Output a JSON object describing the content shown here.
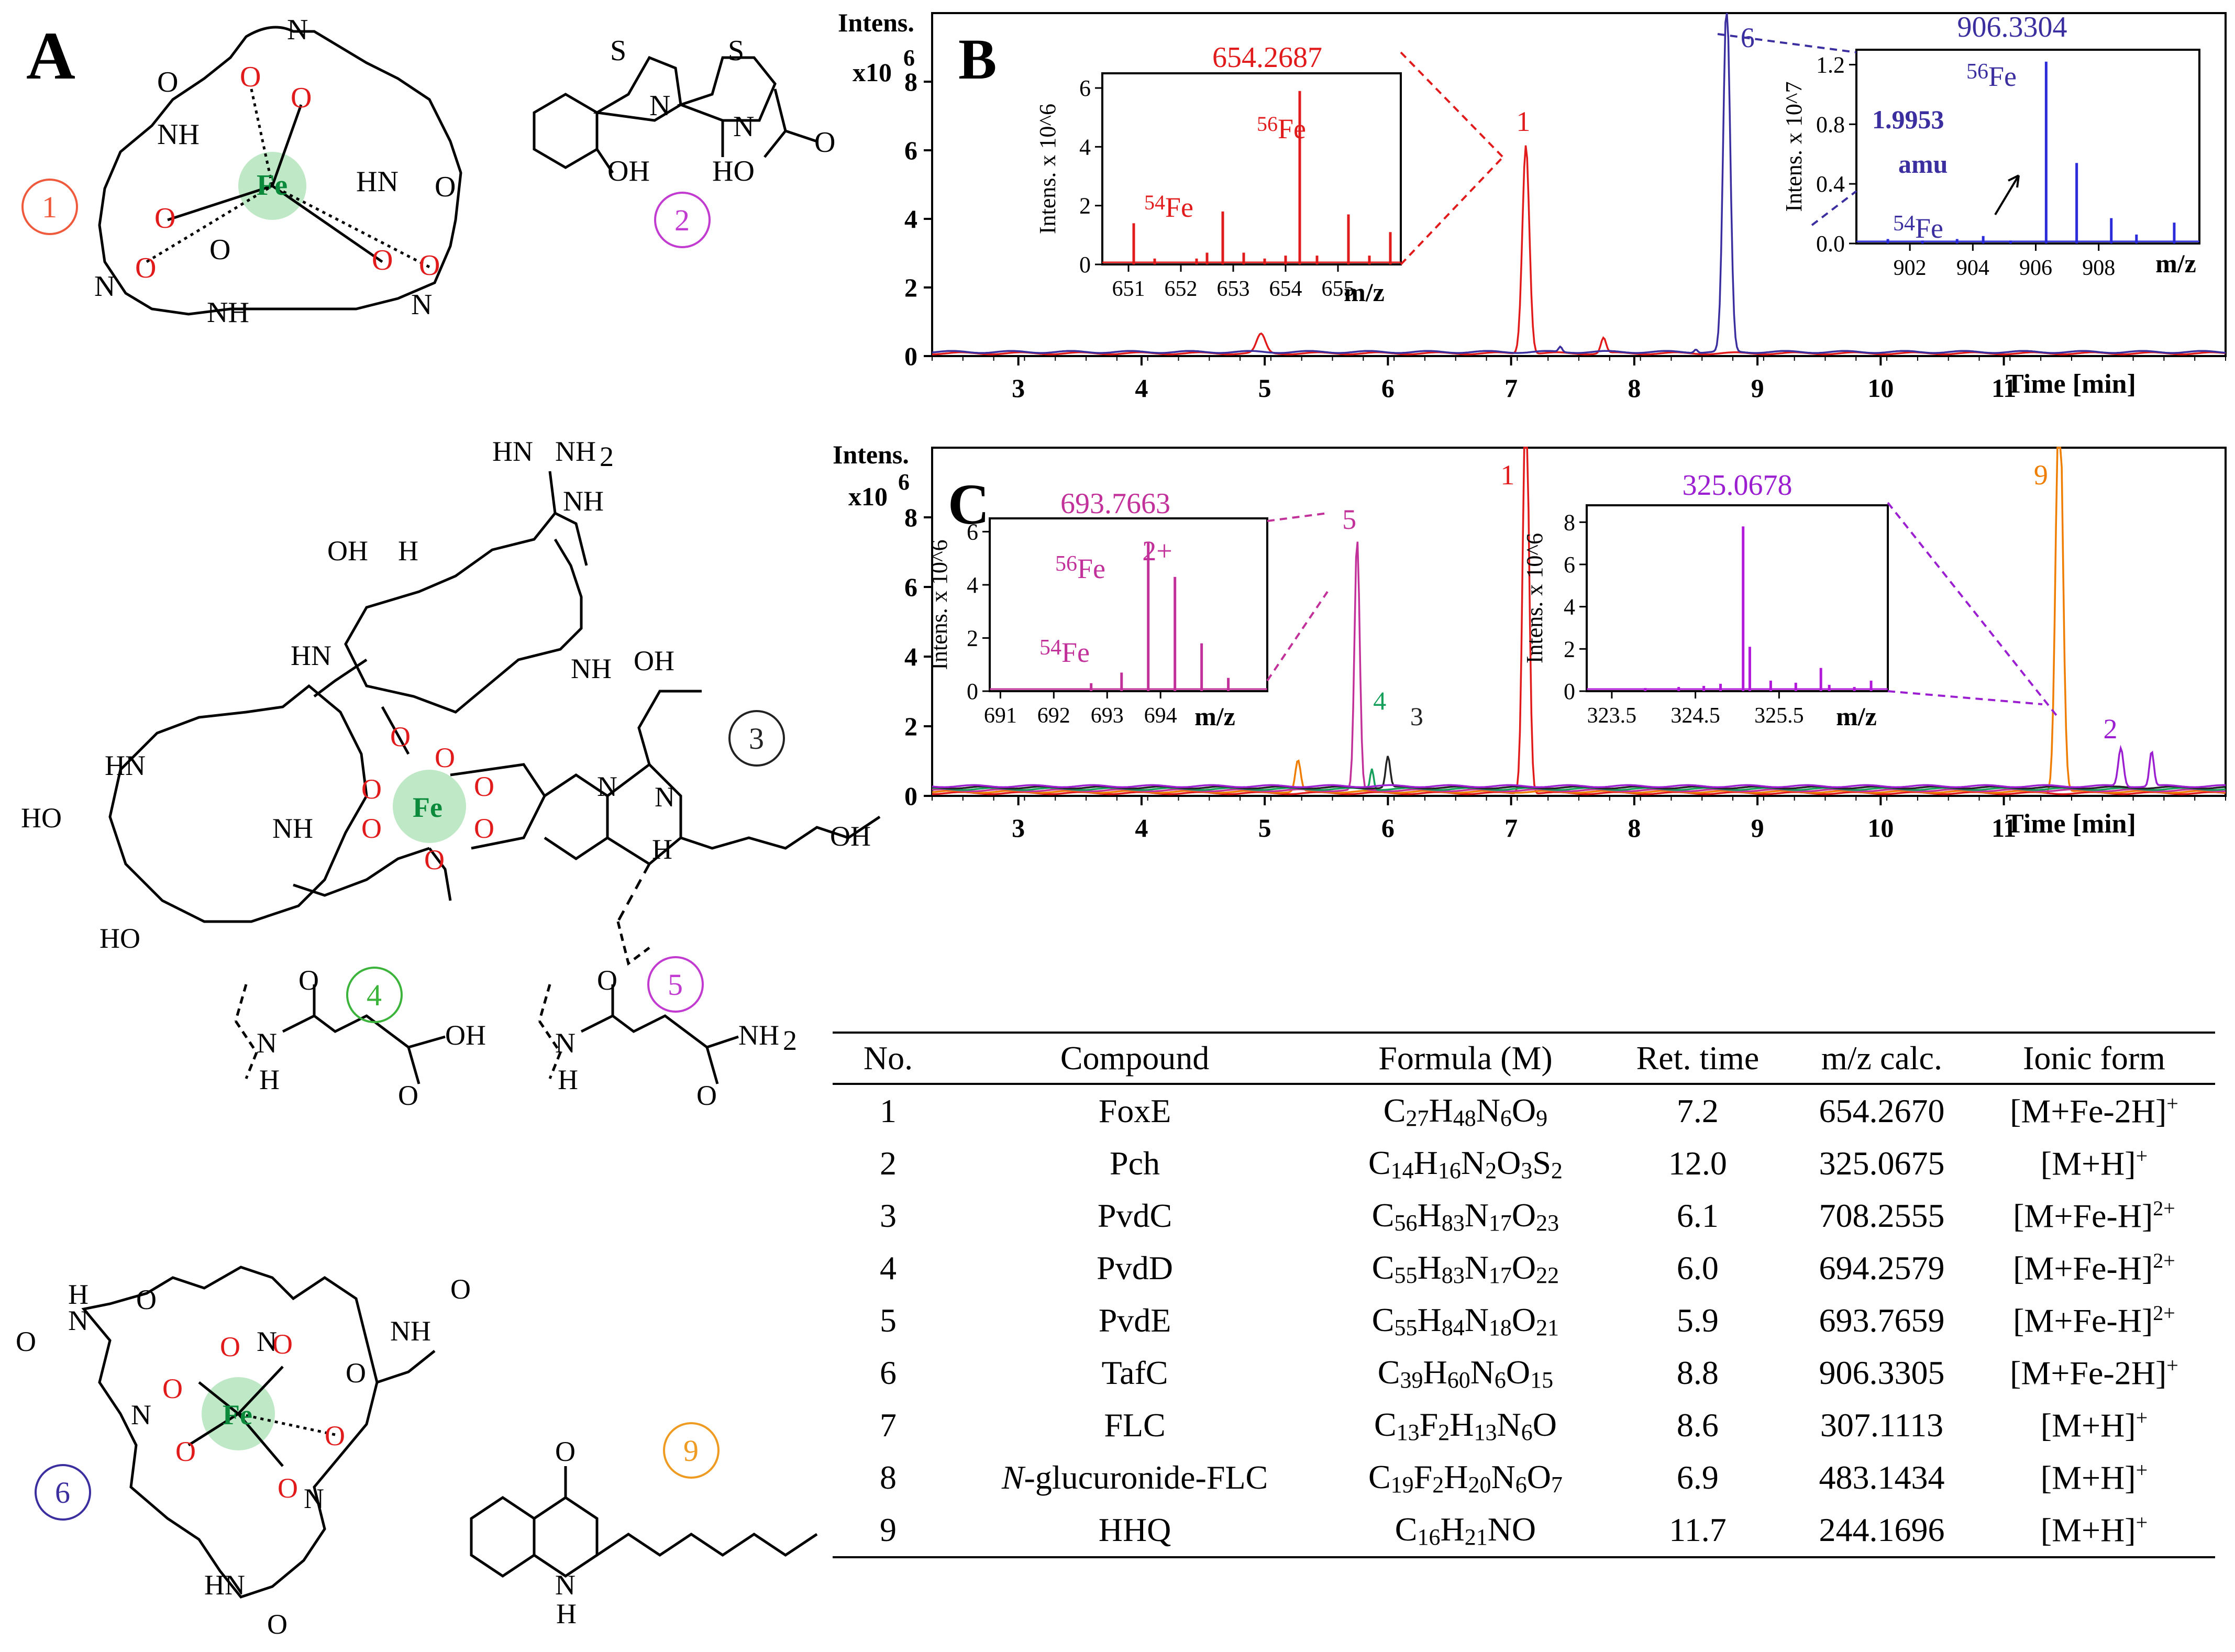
{
  "panels": {
    "A": "A",
    "B": "B",
    "C": "C"
  },
  "colors": {
    "red": "#e11b1b",
    "blue": "#3b2fa0",
    "magenta": "#c2309a",
    "purple": "#9b1fd1",
    "green": "#17a05c",
    "orange": "#ef7d00",
    "black": "#222222",
    "fe_green": "#0a8a3a"
  },
  "compound_markers": [
    {
      "num": "1",
      "color": "#f05a3c"
    },
    {
      "num": "2",
      "color": "#c23bd0"
    },
    {
      "num": "3",
      "color": "#222222"
    },
    {
      "num": "4",
      "color": "#3cb43c"
    },
    {
      "num": "5",
      "color": "#c23bd0"
    },
    {
      "num": "6",
      "color": "#3b2fa0"
    },
    {
      "num": "9",
      "color": "#ef9a20"
    }
  ],
  "molecule_text": {
    "fe": "Fe",
    "nh": "NH",
    "h": "H",
    "n": "N",
    "o": "O",
    "s": "S",
    "oh": "OH",
    "ho": "HO",
    "hn": "HN",
    "nh2": "NH",
    "sub2": "2",
    "hnnh2": "HN",
    "guan": "NH",
    "c1_hn": "HN",
    "c1_nh": "NH",
    "c2_oh": "OH",
    "c2_ho": "HO",
    "c3_oh1": "OH",
    "c3_oh2": "OH",
    "c3_oh3": "OH",
    "c3_ho1": "HO",
    "c3_ho2": "HO",
    "c3_hn1": "HN",
    "c3_hn2": "HN",
    "c3_nh1": "NH",
    "c3_nh2": "NH",
    "c3_nh3": "NH",
    "c4_oh": "OH",
    "c5_nh2": "NH"
  },
  "chart_B": {
    "y_title": "Intens.",
    "y_unit": "x10",
    "y_unit_exp": "6",
    "x_label": "Time [min]",
    "peak_labels": [
      {
        "text": "1",
        "color": "#e11b1b"
      },
      {
        "text": "6",
        "color": "#3b2fa0"
      }
    ],
    "inset1": {
      "title": "654.2687",
      "ylabel": "Intens. x 10^6",
      "xlabel": "m/z",
      "iso56": "56",
      "iso54": "54",
      "fe": "Fe"
    },
    "inset2": {
      "title": "906.3304",
      "ylabel": "Intens. x 10^7",
      "xlabel": "m/z",
      "iso56": "56",
      "iso54": "54",
      "fe": "Fe",
      "amu_value": "1.9953",
      "amu_unit": "amu"
    }
  },
  "chart_C": {
    "y_title": "Intens.",
    "y_unit": "x10",
    "y_unit_exp": "6",
    "x_label": "Time [min]",
    "peak_labels": [
      {
        "text": "1",
        "color": "#e11b1b"
      },
      {
        "text": "9",
        "color": "#ef7d00"
      },
      {
        "text": "5",
        "color": "#c2309a"
      },
      {
        "text": "4",
        "color": "#17a05c"
      },
      {
        "text": "3",
        "color": "#222222"
      },
      {
        "text": "2",
        "color": "#9b1fd1"
      }
    ],
    "inset1": {
      "title": "693.7663",
      "ylabel": "Intens. x 10^6",
      "xlabel": "m/z",
      "iso56": "56",
      "iso54": "54",
      "fe": "Fe",
      "charge": "2+"
    },
    "inset2": {
      "title": "325.0678",
      "ylabel": "Intens. x 10^6",
      "xlabel": "m/z"
    }
  },
  "chart_data": [
    {
      "type": "line",
      "panel": "B",
      "xlabel": "Time [min]",
      "ylabel": "Intens. x10^6",
      "xlim": [
        2.3,
        12.8
      ],
      "ylim": [
        0,
        10
      ],
      "x_ticks": [
        3,
        4,
        5,
        6,
        7,
        8,
        9,
        10,
        11
      ],
      "y_ticks": [
        0,
        2,
        4,
        6,
        8
      ],
      "series": [
        {
          "color": "#e11b1b",
          "peaks": [
            {
              "x": 4.97,
              "y": 0.55,
              "w": 0.05
            },
            {
              "x": 7.12,
              "y": 6.1,
              "w": 0.04
            },
            {
              "x": 7.75,
              "y": 0.45,
              "w": 0.03
            }
          ]
        },
        {
          "color": "#3b2fa0",
          "peaks": [
            {
              "x": 8.75,
              "y": 10.2,
              "w": 0.04
            },
            {
              "x": 7.4,
              "y": 0.15,
              "w": 0.02
            },
            {
              "x": 8.5,
              "y": 0.1,
              "w": 0.02
            }
          ]
        }
      ]
    },
    {
      "type": "bar",
      "panel": "B-inset-1",
      "title": "654.2687",
      "xlabel": "m/z",
      "ylabel": "Intens. x 10^6",
      "xlim": [
        650.5,
        656.2
      ],
      "ylim": [
        0,
        6.5
      ],
      "x_ticks": [
        651,
        652,
        653,
        654,
        655
      ],
      "y_ticks": [
        0,
        2,
        4,
        6
      ],
      "x": [
        651.1,
        651.5,
        652.3,
        652.5,
        652.8,
        653.2,
        653.6,
        654.0,
        654.27,
        654.6,
        655.2,
        655.6,
        656.0
      ],
      "values": [
        1.4,
        0.2,
        0.2,
        0.4,
        1.8,
        0.4,
        0.2,
        0.3,
        5.9,
        0.3,
        1.7,
        0.3,
        1.1
      ]
    },
    {
      "type": "bar",
      "panel": "B-inset-2",
      "title": "906.3304",
      "xlabel": "m/z",
      "ylabel": "Intens. x 10^7",
      "xlim": [
        900.3,
        911.2
      ],
      "ylim": [
        0,
        1.3
      ],
      "x_ticks": [
        902,
        904,
        906,
        908
      ],
      "y_ticks": [
        0.0,
        0.4,
        0.8,
        1.2
      ],
      "x": [
        901.3,
        902.4,
        903.5,
        904.33,
        905.2,
        906.33,
        907.3,
        908.4,
        909.2,
        910.4
      ],
      "values": [
        0.03,
        0.02,
        0.03,
        0.05,
        0.02,
        1.22,
        0.54,
        0.17,
        0.06,
        0.14
      ]
    },
    {
      "type": "line",
      "panel": "C",
      "xlabel": "Time [min]",
      "ylabel": "Intens. x10^6",
      "xlim": [
        2.3,
        12.8
      ],
      "ylim": [
        0,
        10
      ],
      "x_ticks": [
        3,
        4,
        5,
        6,
        7,
        8,
        9,
        10,
        11
      ],
      "y_ticks": [
        0,
        2,
        4,
        6,
        8
      ],
      "series": [
        {
          "color": "#e11b1b",
          "peaks": [
            {
              "x": 7.12,
              "y": 12.0,
              "w": 0.035
            }
          ]
        },
        {
          "color": "#ef7d00",
          "peaks": [
            {
              "x": 5.27,
              "y": 0.9,
              "w": 0.03
            },
            {
              "x": 11.45,
              "y": 12.0,
              "w": 0.04
            }
          ]
        },
        {
          "color": "#c2309a",
          "peaks": [
            {
              "x": 5.75,
              "y": 7.2,
              "w": 0.03
            }
          ]
        },
        {
          "color": "#17a05c",
          "peaks": [
            {
              "x": 5.87,
              "y": 0.6,
              "w": 0.02
            }
          ]
        },
        {
          "color": "#222222",
          "peaks": [
            {
              "x": 6.0,
              "y": 0.9,
              "w": 0.025
            }
          ]
        },
        {
          "color": "#9b1fd1",
          "peaks": [
            {
              "x": 11.95,
              "y": 1.1,
              "w": 0.03
            },
            {
              "x": 12.2,
              "y": 1.0,
              "w": 0.025
            }
          ]
        }
      ]
    },
    {
      "type": "bar",
      "panel": "C-inset-1",
      "title": "693.7663",
      "xlabel": "m/z",
      "ylabel": "Intens. x 10^6",
      "xlim": [
        690.8,
        696.0
      ],
      "ylim": [
        0,
        6.5
      ],
      "x_ticks": [
        691,
        692,
        693,
        694
      ],
      "y_ticks": [
        0,
        2,
        4,
        6
      ],
      "x": [
        692.7,
        693.27,
        693.77,
        694.27,
        694.77,
        695.27
      ],
      "values": [
        0.3,
        0.7,
        5.6,
        4.3,
        1.8,
        0.5
      ]
    },
    {
      "type": "bar",
      "panel": "C-inset-2",
      "title": "325.0678",
      "xlabel": "m/z",
      "ylabel": "Intens. x 10^6",
      "xlim": [
        323.2,
        326.8
      ],
      "ylim": [
        0,
        8.8
      ],
      "x_ticks": [
        323.5,
        324.5,
        325.5
      ],
      "y_ticks": [
        0,
        2,
        4,
        6,
        8
      ],
      "x": [
        323.9,
        324.3,
        324.6,
        324.8,
        325.07,
        325.15,
        325.4,
        325.7,
        326.0,
        326.1,
        326.4,
        326.6
      ],
      "values": [
        0.15,
        0.2,
        0.25,
        0.35,
        7.8,
        2.1,
        0.5,
        0.4,
        1.1,
        0.3,
        0.2,
        0.5
      ]
    }
  ],
  "table": {
    "headers": [
      "No.",
      "Compound",
      "Formula (M)",
      "Ret. time",
      "m/z calc.",
      "Ionic form"
    ],
    "rows": [
      {
        "no": "1",
        "compound": "FoxE",
        "compound_prefix": "",
        "formula": [
          [
            "C",
            "27"
          ],
          [
            "H",
            "48"
          ],
          [
            "N",
            "6"
          ],
          [
            "O",
            "9"
          ]
        ],
        "rt": "7.2",
        "mz": "654.2670",
        "ion": "[M+Fe-2H]",
        "charge": "+"
      },
      {
        "no": "2",
        "compound": "Pch",
        "compound_prefix": "",
        "formula": [
          [
            "C",
            "14"
          ],
          [
            "H",
            "16"
          ],
          [
            "N",
            "2"
          ],
          [
            "O",
            "3"
          ],
          [
            "S",
            "2"
          ]
        ],
        "rt": "12.0",
        "mz": "325.0675",
        "ion": "[M+H]",
        "charge": "+"
      },
      {
        "no": "3",
        "compound": "PvdC",
        "compound_prefix": "",
        "formula": [
          [
            "C",
            "56"
          ],
          [
            "H",
            "83"
          ],
          [
            "N",
            "17"
          ],
          [
            "O",
            "23"
          ]
        ],
        "rt": "6.1",
        "mz": "708.2555",
        "ion": "[M+Fe-H]",
        "charge": "2+"
      },
      {
        "no": "4",
        "compound": "PvdD",
        "compound_prefix": "",
        "formula": [
          [
            "C",
            "55"
          ],
          [
            "H",
            "83"
          ],
          [
            "N",
            "17"
          ],
          [
            "O",
            "22"
          ]
        ],
        "rt": "6.0",
        "mz": "694.2579",
        "ion": "[M+Fe-H]",
        "charge": "2+"
      },
      {
        "no": "5",
        "compound": "PvdE",
        "compound_prefix": "",
        "formula": [
          [
            "C",
            "55"
          ],
          [
            "H",
            "84"
          ],
          [
            "N",
            "18"
          ],
          [
            "O",
            "21"
          ]
        ],
        "rt": "5.9",
        "mz": "693.7659",
        "ion": "[M+Fe-H]",
        "charge": "2+"
      },
      {
        "no": "6",
        "compound": "TafC",
        "compound_prefix": "",
        "formula": [
          [
            "C",
            "39"
          ],
          [
            "H",
            "60"
          ],
          [
            "N",
            "6"
          ],
          [
            "O",
            "15"
          ]
        ],
        "rt": "8.8",
        "mz": "906.3305",
        "ion": "[M+Fe-2H]",
        "charge": "+"
      },
      {
        "no": "7",
        "compound": "FLC",
        "compound_prefix": "",
        "formula": [
          [
            "C",
            "13"
          ],
          [
            "F",
            "2"
          ],
          [
            "H",
            "13"
          ],
          [
            "N",
            "6"
          ],
          [
            "O",
            ""
          ]
        ],
        "rt": "8.6",
        "mz": "307.1113",
        "ion": "[M+H]",
        "charge": "+"
      },
      {
        "no": "8",
        "compound": "-glucuronide-FLC",
        "compound_prefix": "N",
        "formula": [
          [
            "C",
            "19"
          ],
          [
            "F",
            "2"
          ],
          [
            "H",
            "20"
          ],
          [
            "N",
            "6"
          ],
          [
            "O",
            "7"
          ]
        ],
        "rt": "6.9",
        "mz": "483.1434",
        "ion": "[M+H]",
        "charge": "+"
      },
      {
        "no": "9",
        "compound": "HHQ",
        "compound_prefix": "",
        "formula": [
          [
            "C",
            "16"
          ],
          [
            "H",
            "21"
          ],
          [
            "N",
            ""
          ],
          [
            "O",
            ""
          ]
        ],
        "rt": "11.7",
        "mz": "244.1696",
        "ion": "[M+H]",
        "charge": "+"
      }
    ]
  }
}
